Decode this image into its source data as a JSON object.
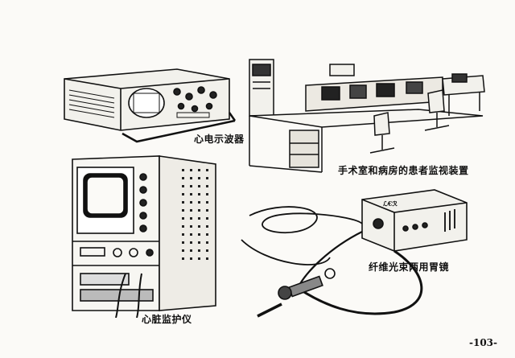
{
  "captions": {
    "ecg_oscilloscope": "心电示波器",
    "patient_monitoring": "手术室和病房的患者监视装置",
    "fiber_gastroscope": "纤维光束两用胃镜",
    "cardiac_monitor": "心脏监护仪"
  },
  "device_labels": {
    "gastroscope_light_source": "ℒ€ℛ"
  },
  "page_number": "-103-"
}
